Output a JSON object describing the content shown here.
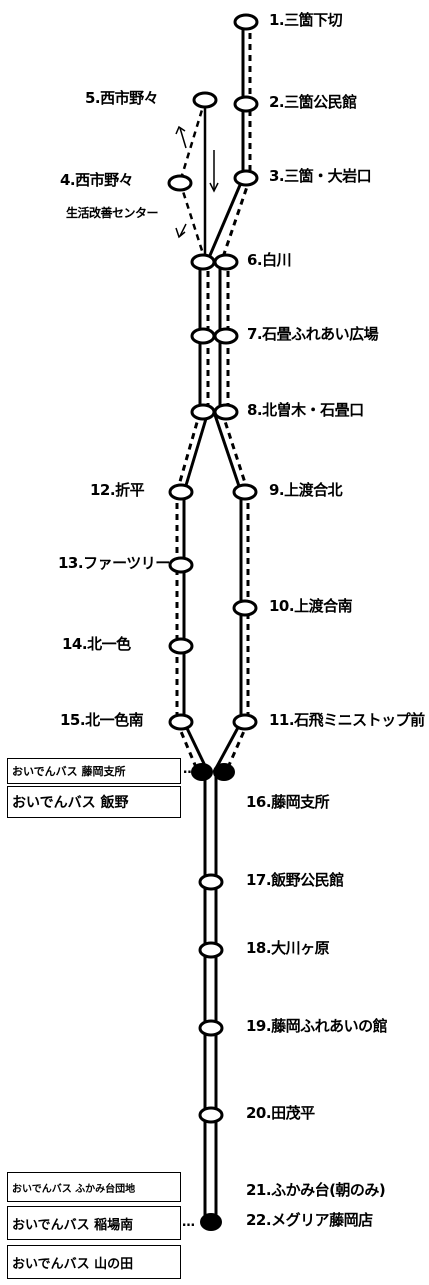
{
  "colors": {
    "line": "#000000",
    "background": "#ffffff",
    "stop_fill": "#ffffff",
    "transfer_fill": "#000000"
  },
  "stops": {
    "s1": "1.三箇下切",
    "s2": "2.三箇公民館",
    "s3": "3.三箇・大岩口",
    "s4a": "4.西市野々",
    "s4b": "生活改善センター",
    "s5": "5.西市野々",
    "s6": "6.白川",
    "s7": "7.石畳ふれあい広場",
    "s8": "8.北曽木・石畳口",
    "s9": "9.上渡合北",
    "s10": "10.上渡合南",
    "s11": "11.石飛ミニストップ前",
    "s12": "12.折平",
    "s13": "13.ファーツリー",
    "s14": "14.北一色",
    "s15": "15.北一色南",
    "s16": "16.藤岡支所",
    "s17": "17.飯野公民館",
    "s18": "18.大川ヶ原",
    "s19": "19.藤岡ふれあいの館",
    "s20": "20.田茂平",
    "s21": "21.ふかみ台(朝のみ)",
    "s22": "22.メグリア藤岡店"
  },
  "transfers": {
    "fujioka": [
      "おいでんバス 藤岡支所",
      "おいでんバス 飯野"
    ],
    "meguria": [
      "おいでんバス ふかみ台団地",
      "おいでんバス 稲場南",
      "おいでんバス 山の田"
    ]
  },
  "icons": {
    "arrow_up": "↑",
    "arrow_down": "↓",
    "connector": "…"
  }
}
